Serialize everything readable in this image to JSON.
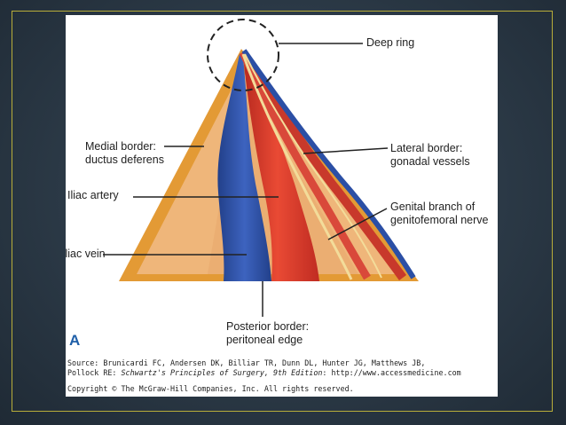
{
  "figure": {
    "labels": {
      "deep_ring": "Deep ring",
      "medial_border_1": "Medial border:",
      "medial_border_2": "ductus deferens",
      "lateral_border_1": "Lateral border:",
      "lateral_border_2": "gonadal vessels",
      "iliac_artery": "Iliac artery",
      "genital_branch_1": "Genital branch of",
      "genital_branch_2": "genitofemoral nerve",
      "iliac_vein": "Iliac vein",
      "posterior_border_1": "Posterior border:",
      "posterior_border_2": "peritoneal edge"
    },
    "letter": "A",
    "source": {
      "line1": "Source: Brunicardi FC, Andersen DK, Billiar TR, Dunn DL, Hunter JG, Matthews JB,",
      "line2_prefix": "Pollock RE: ",
      "line2_title": "Schwartz's Principles of Surgery, 9th Edition",
      "line2_suffix": ": http://www.accessmedicine.com",
      "copyright": "Copyright © The McGraw-Hill Companies, Inc. All rights reserved."
    },
    "colors": {
      "triangle_border": "#e8a23a",
      "triangle_fill": "#f1b978",
      "artery": "#d9342a",
      "vein": "#2f4fa3"
    }
  }
}
